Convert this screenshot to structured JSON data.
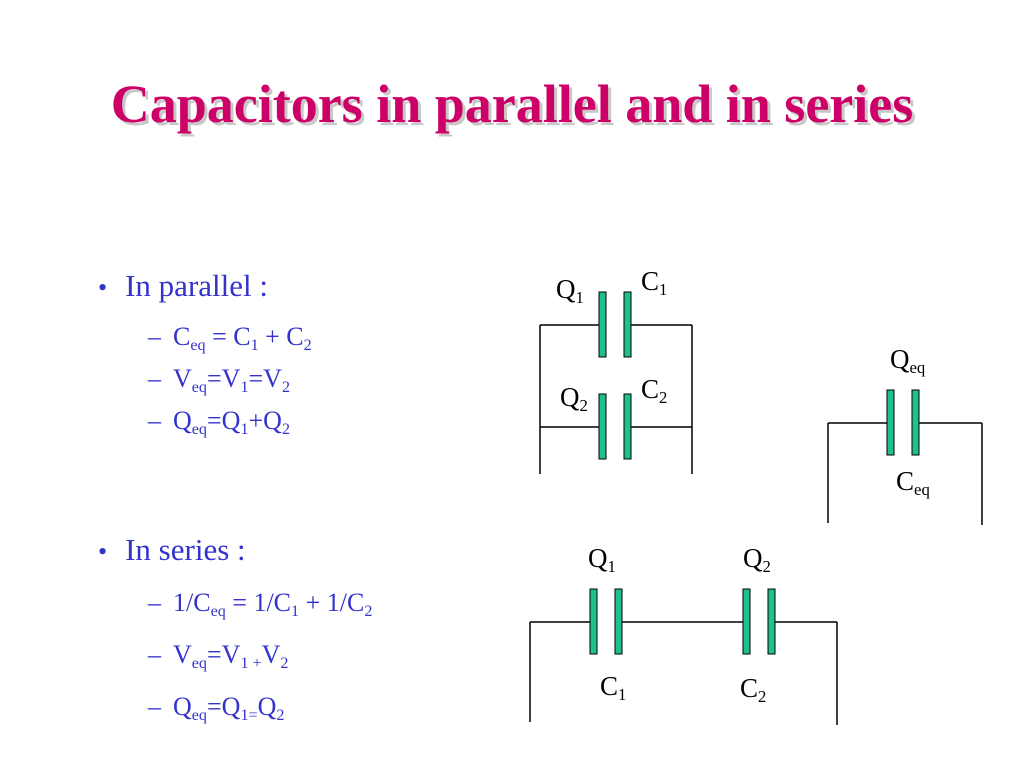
{
  "title": "Capacitors in parallel and in series",
  "parallel": {
    "heading": "In parallel :",
    "equations": [
      [
        {
          "t": "C"
        },
        {
          "s": "eq"
        },
        {
          "t": " = C"
        },
        {
          "s": "1"
        },
        {
          "t": " + C"
        },
        {
          "s": "2"
        }
      ],
      [
        {
          "t": "V"
        },
        {
          "s": "eq"
        },
        {
          "t": "=V"
        },
        {
          "s": "1"
        },
        {
          "t": "=V"
        },
        {
          "s": "2"
        }
      ],
      [
        {
          "t": "Q"
        },
        {
          "s": "eq"
        },
        {
          "t": "=Q"
        },
        {
          "s": "1"
        },
        {
          "t": "+Q"
        },
        {
          "s": "2"
        }
      ]
    ]
  },
  "series": {
    "heading": "In series :",
    "equations": [
      [
        {
          "t": "1/C"
        },
        {
          "s": "eq"
        },
        {
          "t": " = 1/C"
        },
        {
          "s": "1"
        },
        {
          "t": " + 1/C"
        },
        {
          "s": "2"
        }
      ],
      [
        {
          "t": "V"
        },
        {
          "s": "eq"
        },
        {
          "t": "=V"
        },
        {
          "s": "1 +"
        },
        {
          "t": "V"
        },
        {
          "s": "2"
        }
      ],
      [
        {
          "t": "Q"
        },
        {
          "s": "eq"
        },
        {
          "t": "=Q"
        },
        {
          "s": "1="
        },
        {
          "t": "Q"
        },
        {
          "s": "2"
        }
      ]
    ]
  },
  "circuit_labels": {
    "parallel_q1": [
      {
        "t": "Q"
      },
      {
        "s": "1"
      }
    ],
    "parallel_c1": [
      {
        "t": "C"
      },
      {
        "s": "1"
      }
    ],
    "parallel_q2": [
      {
        "t": "Q"
      },
      {
        "s": "2"
      }
    ],
    "parallel_c2": [
      {
        "t": "C"
      },
      {
        "s": "2"
      }
    ],
    "equivalent_q": [
      {
        "t": "Q"
      },
      {
        "s": "eq"
      }
    ],
    "equivalent_c": [
      {
        "t": "C"
      },
      {
        "s": "eq"
      }
    ],
    "series_q1": [
      {
        "t": "Q"
      },
      {
        "s": "1"
      }
    ],
    "series_q2": [
      {
        "t": "Q"
      },
      {
        "s": "2"
      }
    ],
    "series_c1": [
      {
        "t": "C"
      },
      {
        "s": "1"
      }
    ],
    "series_c2": [
      {
        "t": "C"
      },
      {
        "s": "2"
      }
    ]
  },
  "colors": {
    "title": "#cc0066",
    "bullet_text": "#3333cc",
    "capacitor_plate": "#1fbf8f",
    "wire": "#000000"
  }
}
